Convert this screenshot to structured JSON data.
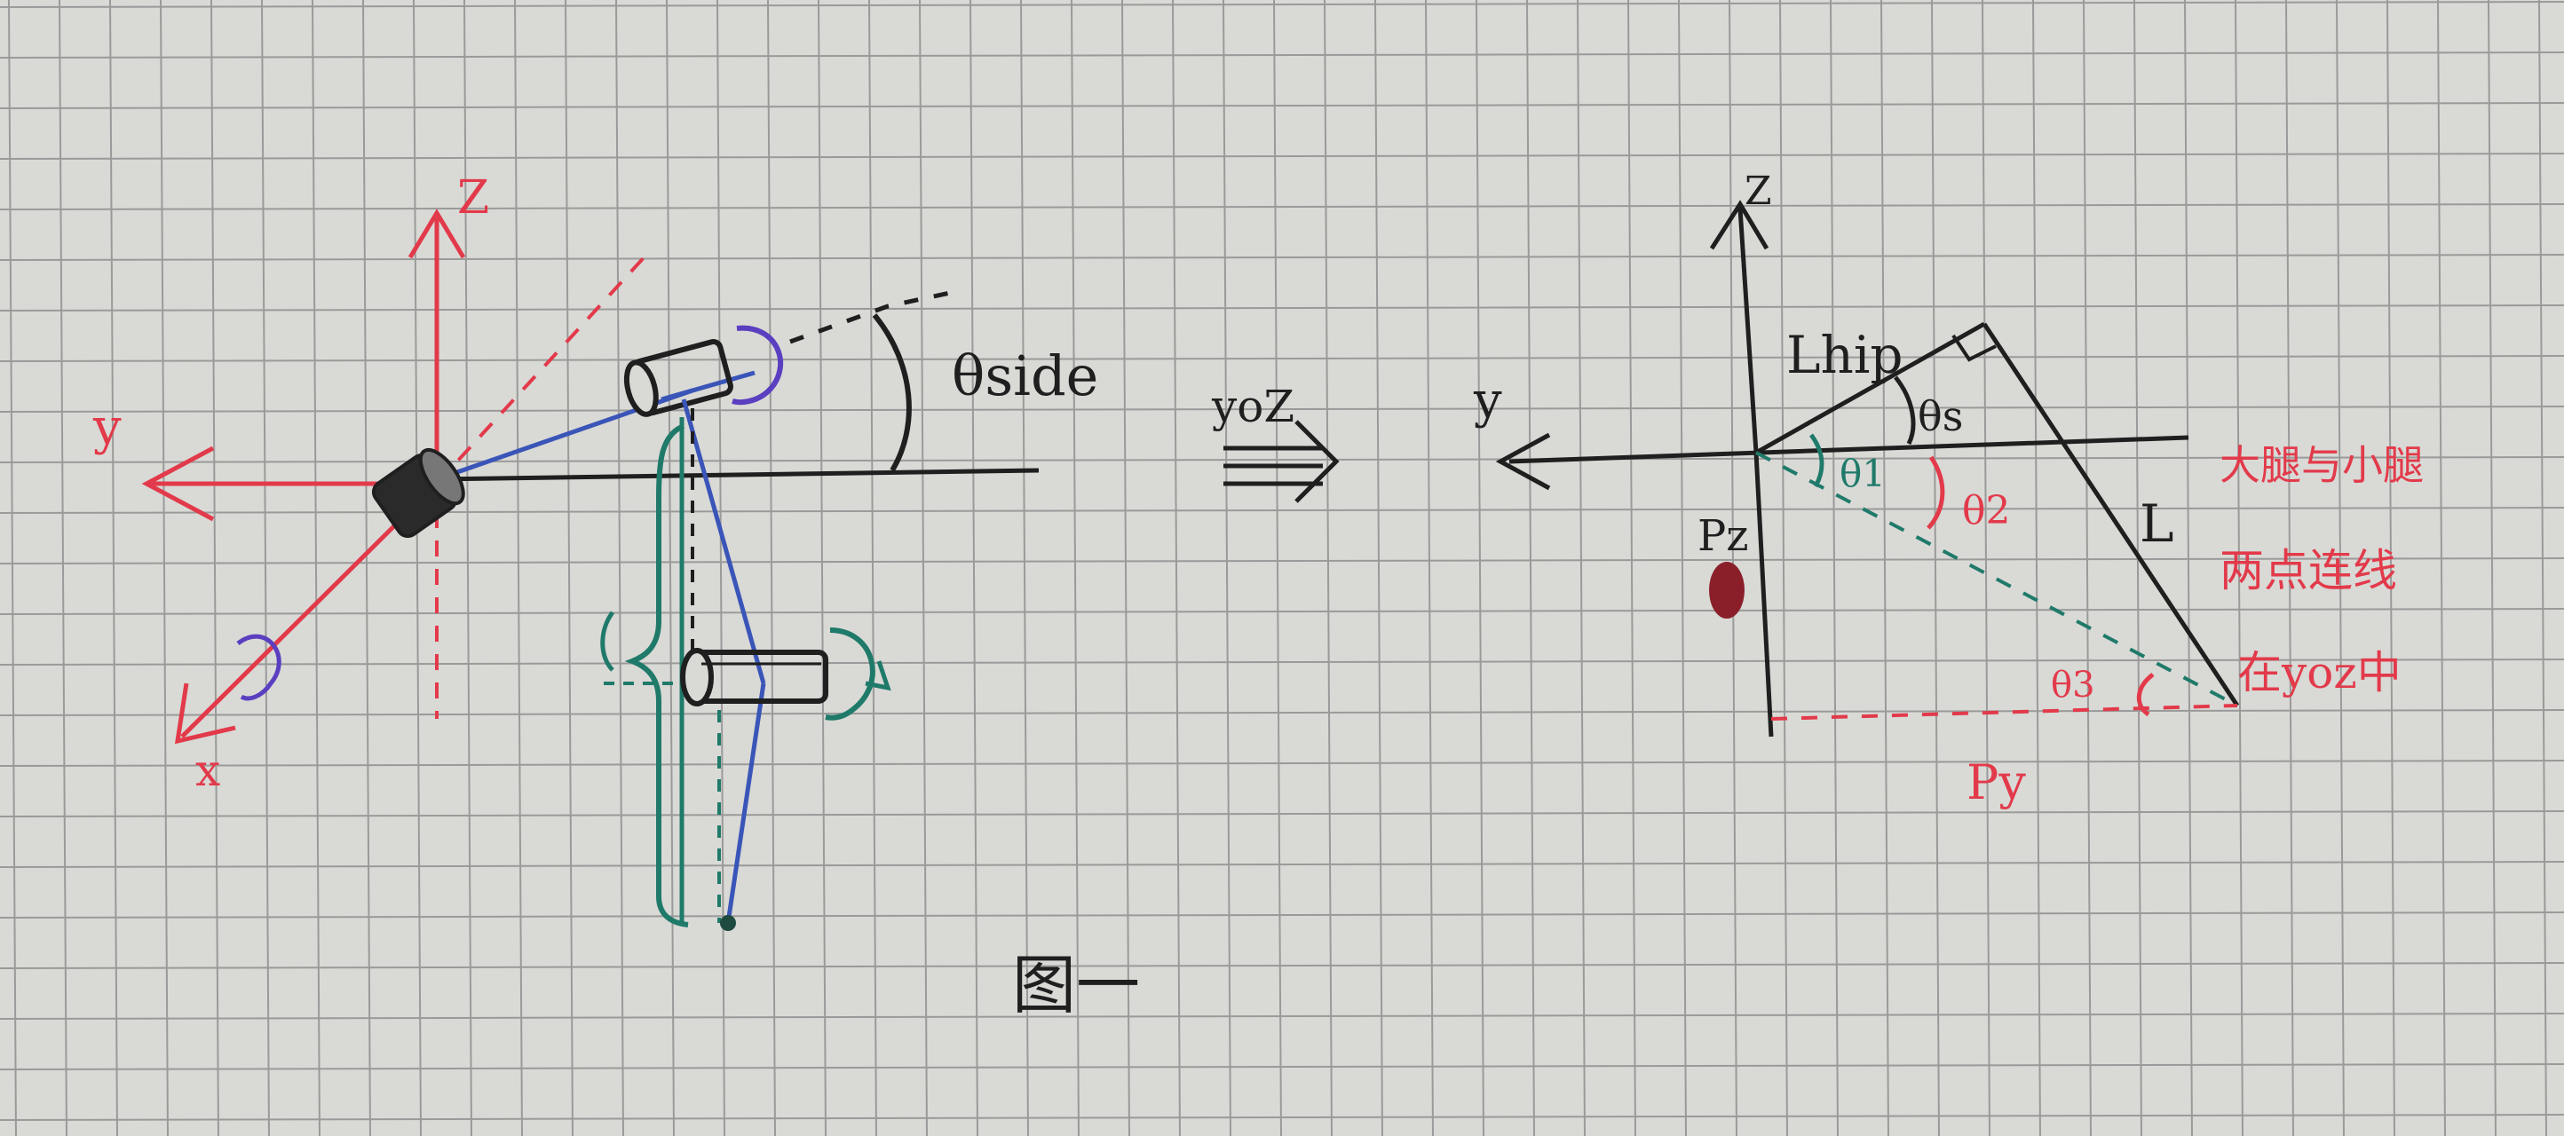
{
  "labels": {
    "z_left": "Z",
    "y_left": "y",
    "x_left": "x",
    "theta_side": "θside",
    "yoz": "yoZ",
    "z_right": "Z",
    "y_right": "y",
    "l_hip": "Lhip",
    "theta_s": "θs",
    "l": "L",
    "theta_1": "θ1",
    "theta_2": "θ2",
    "theta_3": "θ3",
    "pz": "Pz",
    "py": "Py",
    "note_line1": "大腿与小腿",
    "note_line2": "两点连线",
    "note_line3": "在yoz中",
    "figure": "图一"
  },
  "colors": {
    "paper": "#d9d9d6",
    "grid": "#9a9a9a",
    "black": "#1f1f1f",
    "red": "#e23a4a",
    "blue": "#3a55b8",
    "teal": "#1f7a6a",
    "purple": "#5a3fc0"
  }
}
